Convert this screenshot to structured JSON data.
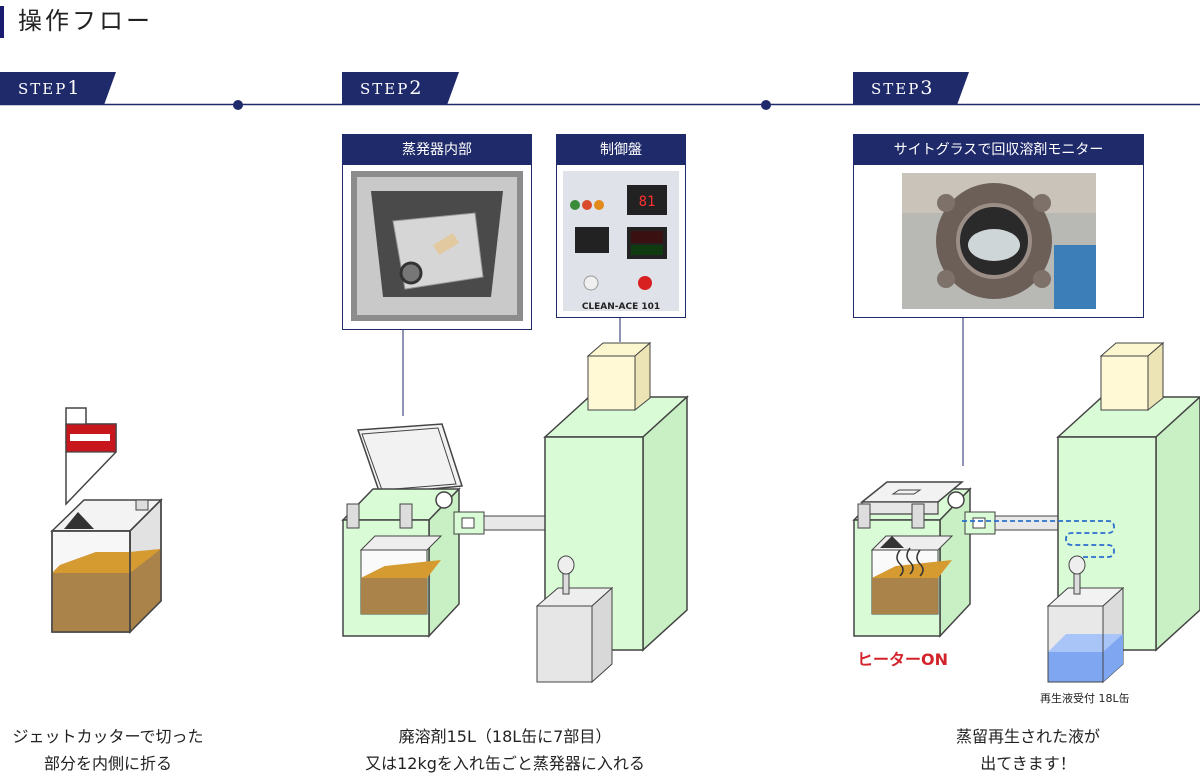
{
  "title": "操作フロー",
  "steps": [
    {
      "label": "STEP",
      "number": "1"
    },
    {
      "label": "STEP",
      "number": "2"
    },
    {
      "label": "STEP",
      "number": "3"
    }
  ],
  "photos": {
    "evaporator": "蒸発器内部",
    "control_panel": "制御盤",
    "sight_glass": "サイトグラスで回収溶剤モニター"
  },
  "panel_brand": "CLEAN-ACE 101",
  "heater_label": "ヒーターON",
  "receiver_label": "再生液受付 18L缶",
  "captions": {
    "step1": [
      "ジェットカッターで切った",
      "部分を内側に折る"
    ],
    "step2": [
      "廃溶剤15L（18L缶に7部目）",
      "又は12kgを入れ缶ごと蒸発器に入れる"
    ],
    "step3": [
      "蒸留再生された液が",
      "出てきます！"
    ]
  },
  "colors": {
    "navy": "#1f2a6b",
    "machine_green": "#d9fbd6",
    "liquid_brown": "#a9834a",
    "liquid_amber": "#d59b31",
    "heater_red": "#d3232a",
    "recovered_blue": "#7fa6f0"
  }
}
